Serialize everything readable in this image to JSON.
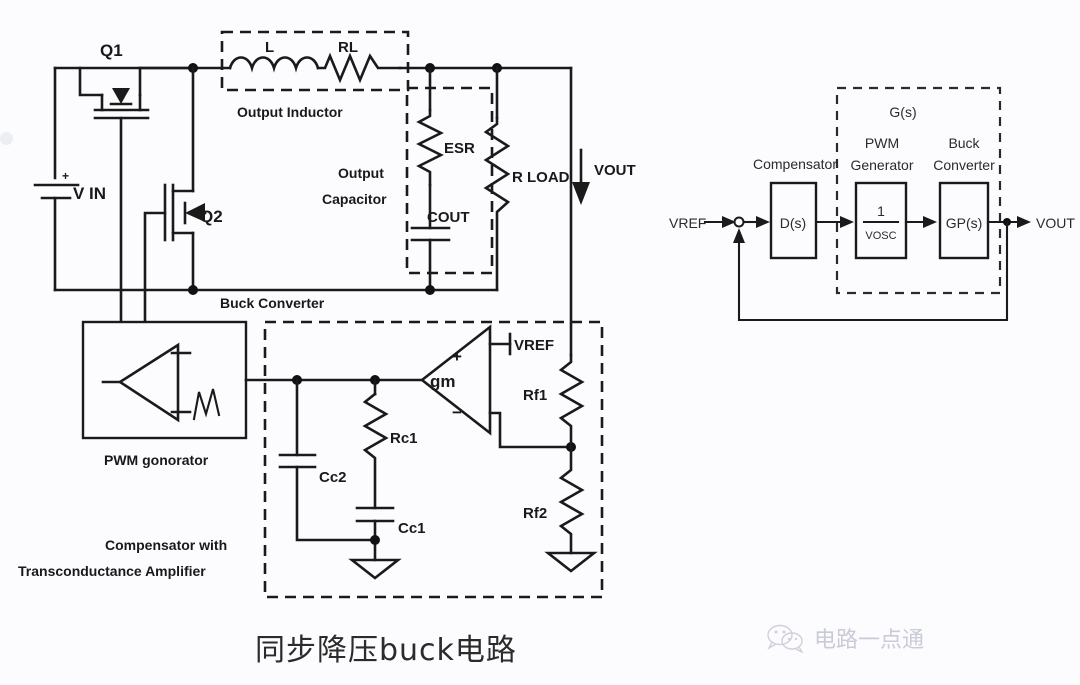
{
  "page": {
    "caption": "同步降压buck电路",
    "watermark_text": "电路一点通",
    "background_color": "#fcfcfe",
    "ink_color": "#1a1a1a"
  },
  "buck_circuit": {
    "section_labels": {
      "output_inductor": "Output Inductor",
      "output_capacitor_line1": "Output",
      "output_capacitor_line2": "Capacitor",
      "buck_converter": "Buck Converter",
      "pwm_generator": "PWM gonorator",
      "compensator_line1": "Compensator with",
      "compensator_line2": "Transconductance Amplifier"
    },
    "components": {
      "q1": "Q1",
      "q2": "Q2",
      "vin": "V IN",
      "vin_polarity": "+",
      "inductor": "L",
      "inductor_dcr": "RL",
      "esr": "ESR",
      "cout": "COUT",
      "rload": "R LOAD",
      "vout": "VOUT",
      "gm": "gm",
      "gm_plus": "+",
      "gm_minus": "−",
      "vref": "VREF",
      "rf1": "Rf1",
      "rf2": "Rf2",
      "rc1": "Rc1",
      "cc1": "Cc1",
      "cc2": "Cc2"
    }
  },
  "block_diagram": {
    "input_label": "VREF",
    "output_label": "VOUT",
    "outer_label": "G(s)",
    "blocks": [
      {
        "caption": "Compensator",
        "caption_line2": "",
        "body": "D(s)",
        "numerator": "",
        "denominator": ""
      },
      {
        "caption": "PWM",
        "caption_line2": "Generator",
        "body": "",
        "numerator": "1",
        "denominator": "VOSC"
      },
      {
        "caption": "Buck",
        "caption_line2": "Converter",
        "body": "GP(s)",
        "numerator": "",
        "denominator": ""
      }
    ]
  }
}
